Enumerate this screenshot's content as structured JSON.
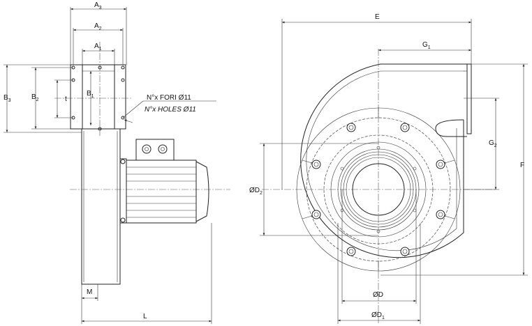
{
  "dims": {
    "A3": {
      "base": "A",
      "sub": "3"
    },
    "A2": {
      "base": "A",
      "sub": "2"
    },
    "A1": {
      "base": "A",
      "sub": "1"
    },
    "B3": {
      "base": "B",
      "sub": "3"
    },
    "B2": {
      "base": "B",
      "sub": "2"
    },
    "B1": {
      "base": "B",
      "sub": "1"
    },
    "t": {
      "base": "t",
      "sub": ""
    },
    "M": {
      "base": "M",
      "sub": ""
    },
    "L": {
      "base": "L",
      "sub": ""
    },
    "E": {
      "base": "E",
      "sub": ""
    },
    "G1": {
      "base": "G",
      "sub": "1"
    },
    "G2": {
      "base": "G",
      "sub": "2"
    },
    "F": {
      "base": "F",
      "sub": ""
    },
    "D2": {
      "base": "ØD",
      "sub": "2"
    },
    "D": {
      "base": "ØD",
      "sub": ""
    },
    "D1": {
      "base": "ØD",
      "sub": "1"
    }
  },
  "notes": {
    "holes_it": "N°x FORI Ø11",
    "holes_en": "N°x HOLES Ø11"
  }
}
